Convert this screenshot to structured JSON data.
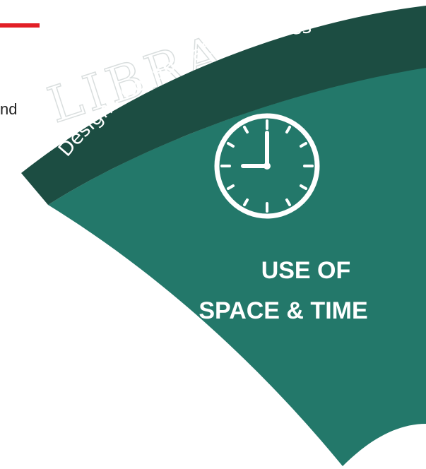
{
  "colors": {
    "accent": "#e21f26",
    "band": "#1c4d42",
    "wedge": "#23786a",
    "icon": "#ffffff"
  },
  "left_text_fragment": "nd",
  "watermark": "LIBRA",
  "segment": {
    "arc_label": "Designs Collaborative Spaces",
    "title_line1": "USE OF",
    "title_line2": "SPACE & TIME",
    "icon": "clock-icon"
  }
}
